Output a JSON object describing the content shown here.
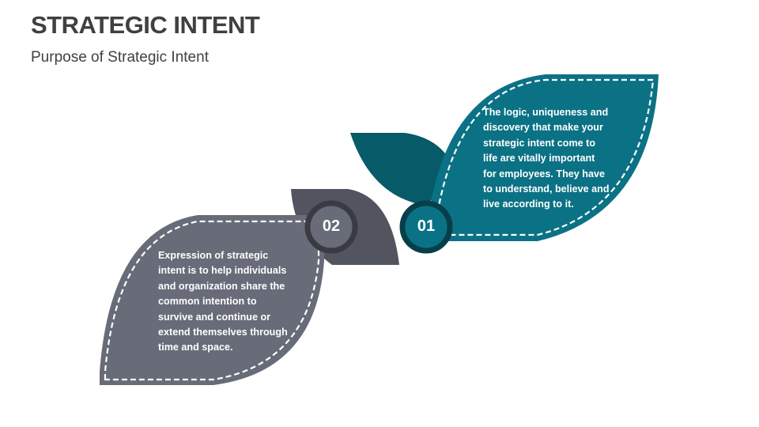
{
  "header": {
    "title": "STRATEGIC INTENT",
    "subtitle": "Purpose of Strategic Intent"
  },
  "items": [
    {
      "number": "01",
      "text": "The logic, uniqueness and\ndiscovery that make your\nstrategic intent come to\nlife are vitally important\nfor employees. They have\nto understand, believe and\nlive according to it.",
      "color": "#0b7285",
      "accent_color": "#075a68",
      "ring_color": "#063f4a"
    },
    {
      "number": "02",
      "text": "Expression of strategic\nintent is to help individuals\nand organization share the\ncommon intention to\nsurvive and continue or\nextend themselves through\ntime and space.",
      "color": "#686b78",
      "accent_color": "#525460",
      "ring_color": "#3a3b42"
    }
  ]
}
